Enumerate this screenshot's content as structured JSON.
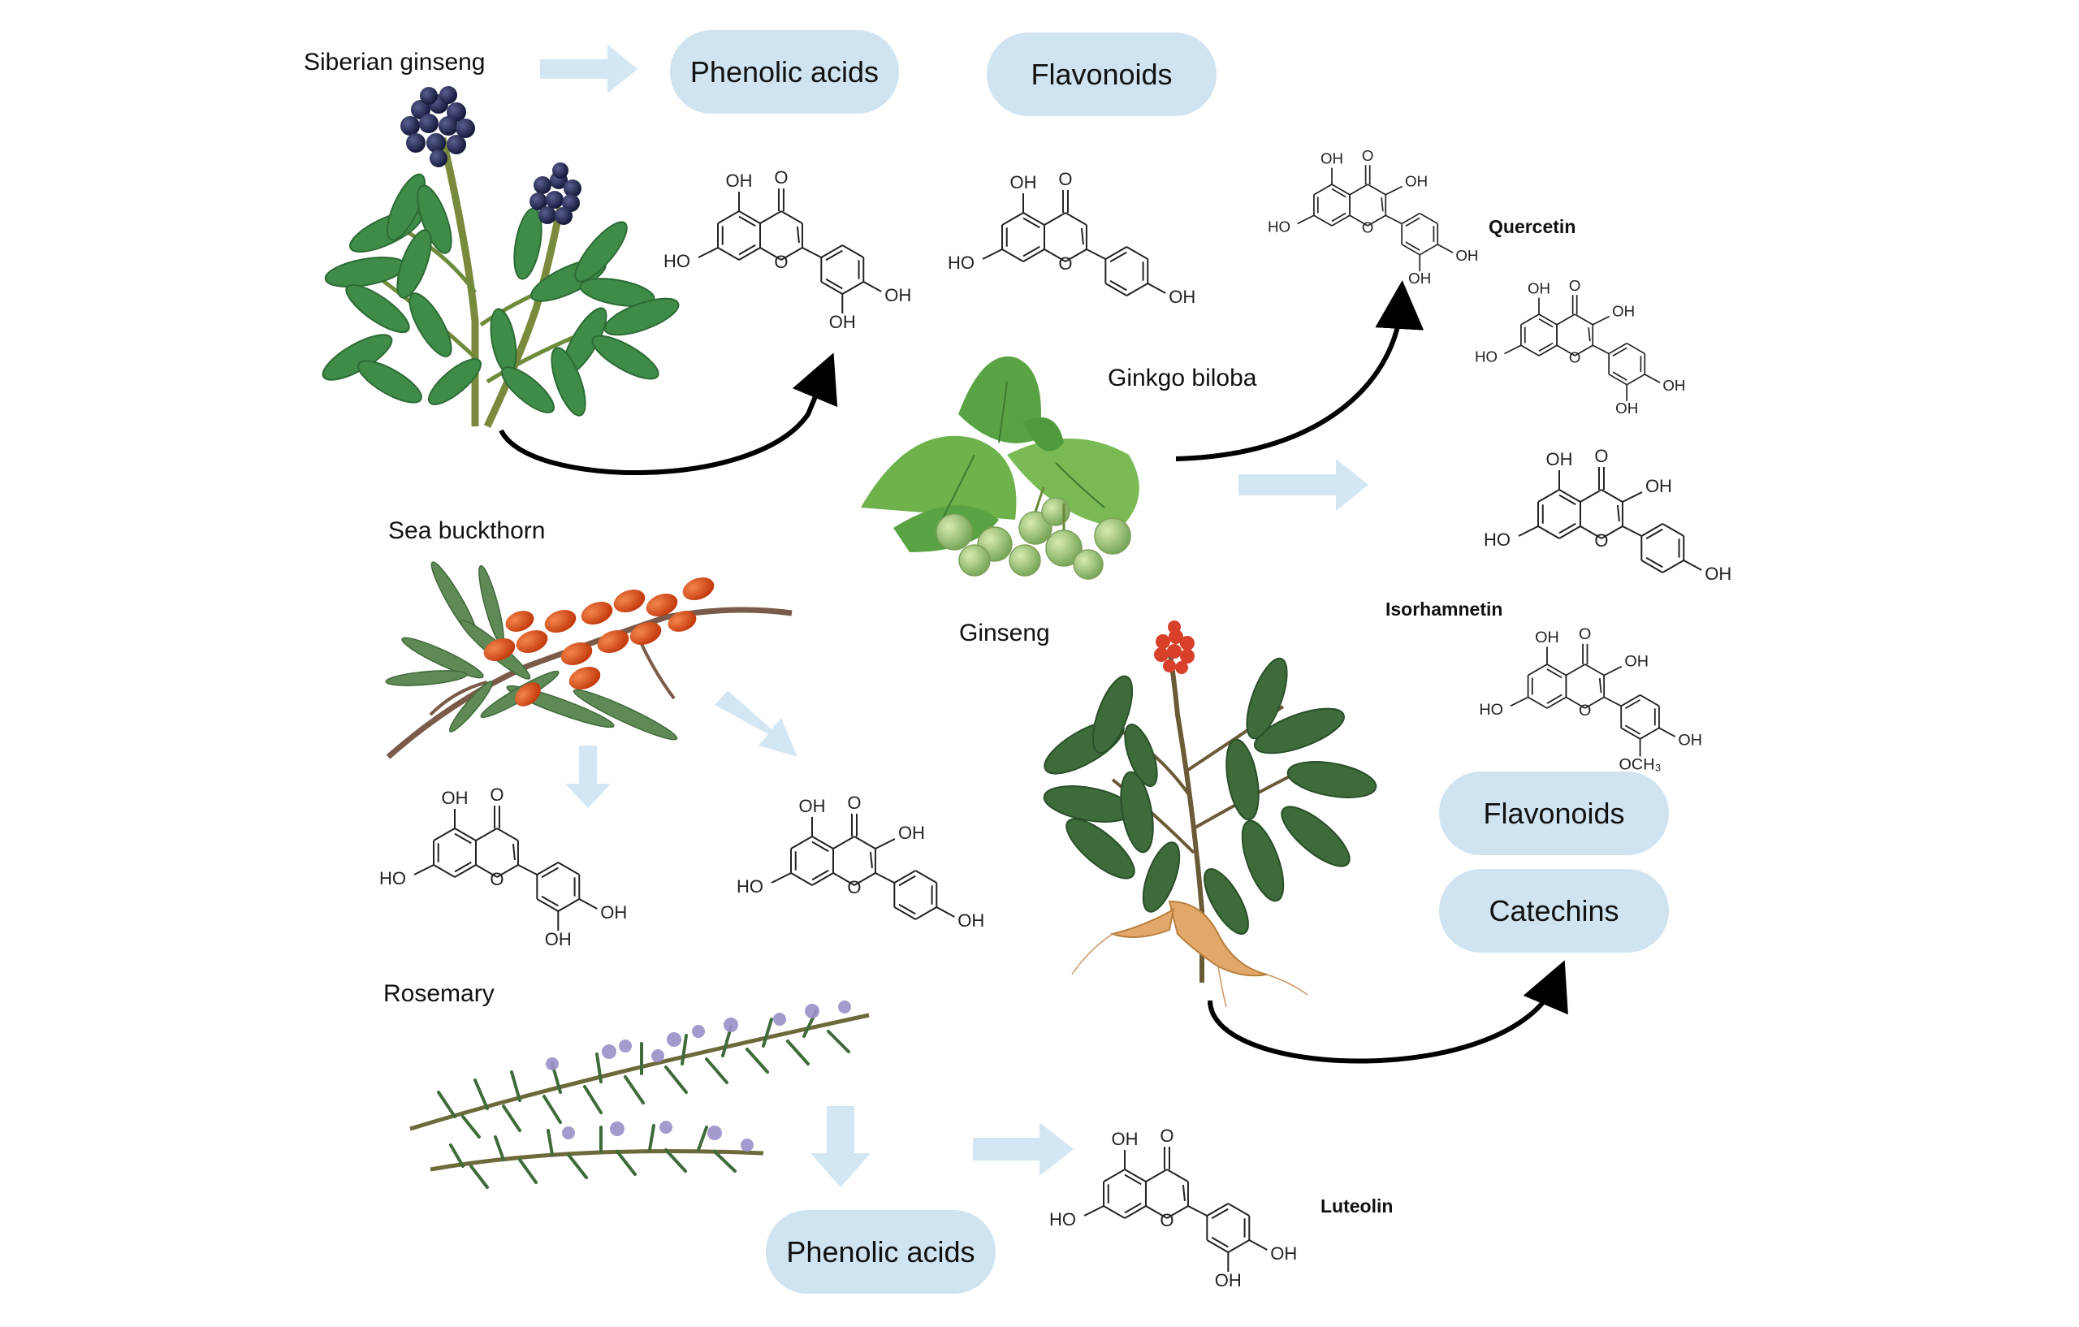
{
  "plants": {
    "siberian_ginseng": "Siberian ginseng",
    "ginkgo": "Ginkgo biloba",
    "sea_buckthorn": "Sea buckthorn",
    "ginseng": "Ginseng",
    "rosemary": "Rosemary"
  },
  "pills": {
    "phenolic_top": "Phenolic acids",
    "flavonoids_top": "Flavonoids",
    "flavonoids_right": "Flavonoids",
    "catechins": "Catechins",
    "phenolic_bottom": "Phenolic acids"
  },
  "compounds": {
    "quercetin": "Quercetin",
    "isorhamnetin": "Isorhamnetin",
    "luteolin": "Luteolin"
  },
  "atoms": {
    "oh": "OH",
    "ho": "HO",
    "o": "O",
    "och3": "OCH₃"
  },
  "colors": {
    "pill_fill": "#cfe3f1",
    "block_arrow": "#d3e6f3",
    "curved_arrow": "#000000",
    "leaf_green": "#3f8c48",
    "berry_dark": "#1f2550",
    "berry_orange": "#e2521e",
    "flower_lavender": "#9b90c8"
  }
}
